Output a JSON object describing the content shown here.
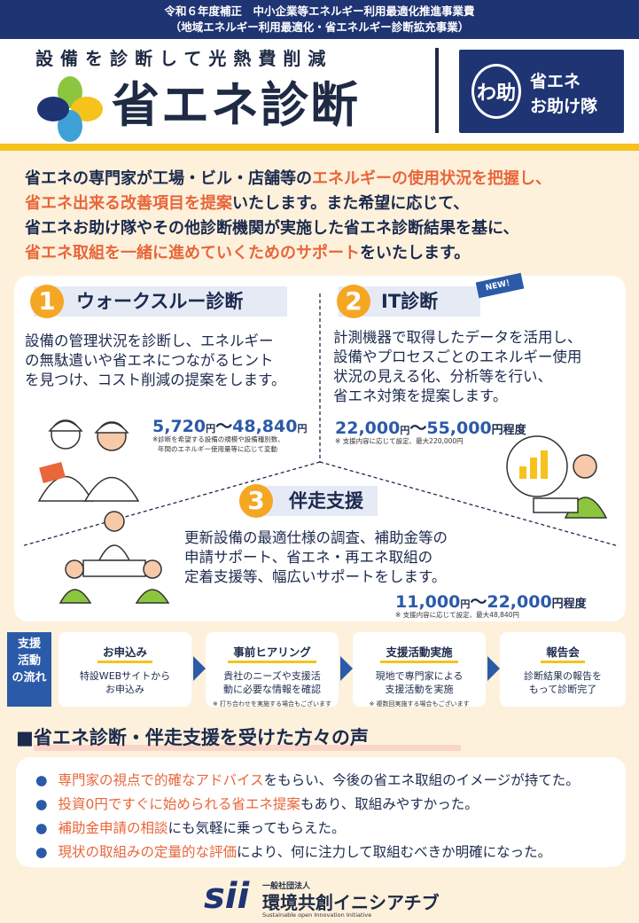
{
  "topbar": {
    "line1": "令和６年度補正　中小企業等エネルギー利用最適化推進事業費",
    "line2": "（地域エネルギー利用最適化・省エネルギー診断拡充事業）"
  },
  "header": {
    "subtitle": "設備を診断して光熱費削減",
    "title": "省エネ診断",
    "otasuke_mark": "わ助",
    "otasuke_line1": "省エネ",
    "otasuke_line2": "お助け隊"
  },
  "intro": {
    "l1a": "省エネの専門家が工場・ビル・店舗等の",
    "l1b": "エネルギーの使用状況を把握し、",
    "l2a": "省エネ出来る改善項目を提案",
    "l2b": "いたします。また希望に応じて、",
    "l3": "省エネお助け隊やその他診断機関が実施した省エネ診断結果を基に、",
    "l4a": "省エネ取組を一緒に進めていくためのサポート",
    "l4b": "をいたします。"
  },
  "sections": {
    "s1": {
      "num": "1",
      "title": "ウォークスルー診断",
      "body1": "設備の管理状況を診断し、エネルギー",
      "body2": "の無駄遣いや省エネにつながるヒント",
      "body3": "を見つけ、コスト削減の提案をします。",
      "price_min": "5,720",
      "yen1": "円",
      "sep": "〜",
      "price_max": "48,840",
      "yen2": "円",
      "note1": "※診断を希望する設備の規模や設備種別数、",
      "note2": "年間のエネルギー使用量等に応じて変動"
    },
    "s2": {
      "num": "2",
      "title": "IT診断",
      "badge": "NEW！",
      "body1": "計測機器で取得したデータを活用し、",
      "body2": "設備やプロセスごとのエネルギー使用",
      "body3": "状況の見える化、分析等を行い、",
      "body4": "省エネ対策を提案します。",
      "price_min": "22,000",
      "yen1": "円",
      "sep": "〜",
      "price_max": "55,000",
      "yen2": "円程度",
      "note": "※ 支援内容に応じて設定、最大220,000円"
    },
    "s3": {
      "num": "3",
      "title": "伴走支援",
      "body1": "更新設備の最適仕様の調査、補助金等の",
      "body2": "申請サポート、省エネ・再エネ取組の",
      "body3": "定着支援等、幅広いサポートをします。",
      "price_min": "11,000",
      "yen1": "円",
      "sep": "〜",
      "price_max": "22,000",
      "yen2": "円程度",
      "note": "※ 支援内容に応じて設定、最大48,840円"
    }
  },
  "flow": {
    "label1": "支援",
    "label2": "活動",
    "label3": "の流れ",
    "steps": [
      {
        "title": "お申込み",
        "desc1": "特設WEBサイトから",
        "desc2": "お申込み",
        "note": ""
      },
      {
        "title": "事前ヒアリング",
        "desc1": "貴社のニーズや支援活",
        "desc2": "動に必要な情報を確認",
        "note": "※ 打ち合わせを実施する場合もございます"
      },
      {
        "title": "支援活動実施",
        "desc1": "現地で専門家による",
        "desc2": "支援活動を実施",
        "note": "※ 複数回実施する場合もございます"
      },
      {
        "title": "報告会",
        "desc1": "診断結果の報告を",
        "desc2": "もって診断完了",
        "note": ""
      }
    ]
  },
  "voices": {
    "title": "■省エネ診断・伴走支援を受けた方々の声",
    "v1a": "専門家の視点で的確なアドバイス",
    "v1b": "をもらい、今後の省エネ取組のイメージが持てた。",
    "v2a": "投資0円ですぐに始められる省エネ提案",
    "v2b": "もあり、取組みやすかった。",
    "v3a": "補助金申請の相談",
    "v3b": "にも気軽に乗ってもらえた。",
    "v4a": "現状の取組みの定量的な評価",
    "v4b": "により、何に注力して取組むべきか明確になった。",
    "bullet": "●"
  },
  "footer": {
    "mark": "sii",
    "small": "一般社団法人",
    "name": "環境共創イニシアチブ",
    "en": "Sustainable open Innovation Initiative"
  },
  "colors": {
    "navy": "#1f3473",
    "accent_orange": "#e8663a",
    "number_orange": "#f5a623",
    "yellow": "#f6c21c",
    "blue": "#2b5aa8",
    "cream": "#fdf1dc"
  }
}
